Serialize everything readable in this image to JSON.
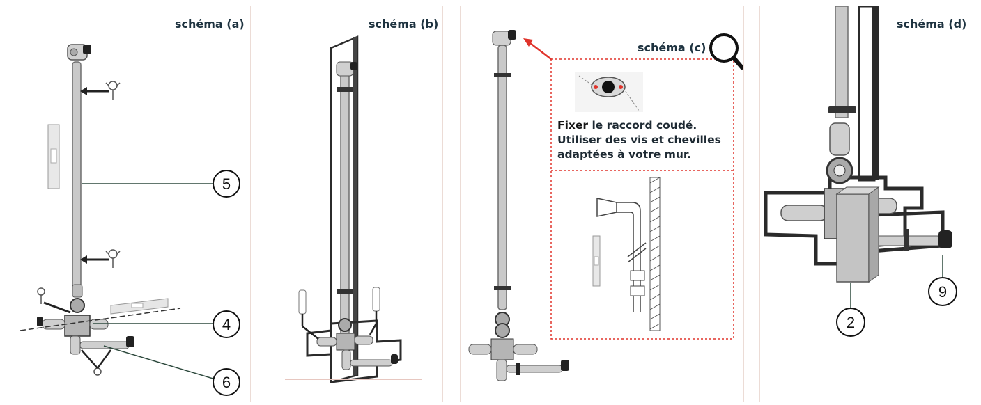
{
  "panels": {
    "a": {
      "title": "schéma (a)",
      "callouts": [
        "5",
        "4",
        "6"
      ]
    },
    "b": {
      "title": "schéma (b)"
    },
    "c": {
      "title": "schéma (c)",
      "instruction": {
        "line1_verb": "Fixer",
        "line1_rest": " le raccord coudé.",
        "line2": "Utiliser des vis et chevilles",
        "line3": "adaptées à votre mur."
      }
    },
    "d": {
      "title": "schéma (d)",
      "callouts": [
        "2",
        "9"
      ]
    }
  },
  "colors": {
    "pipe": "#c9c9c9",
    "pipe_stroke": "#6e6e6e",
    "frame": "#2b2b2b",
    "accent_red": "#e0332b",
    "title": "#1e3340",
    "panel_border": "#ecdcd6"
  },
  "icons": [
    "magnifier-icon",
    "pipe-clamp-icon",
    "spirit-level-icon",
    "wall-plug-icon",
    "red-arrow-icon"
  ]
}
